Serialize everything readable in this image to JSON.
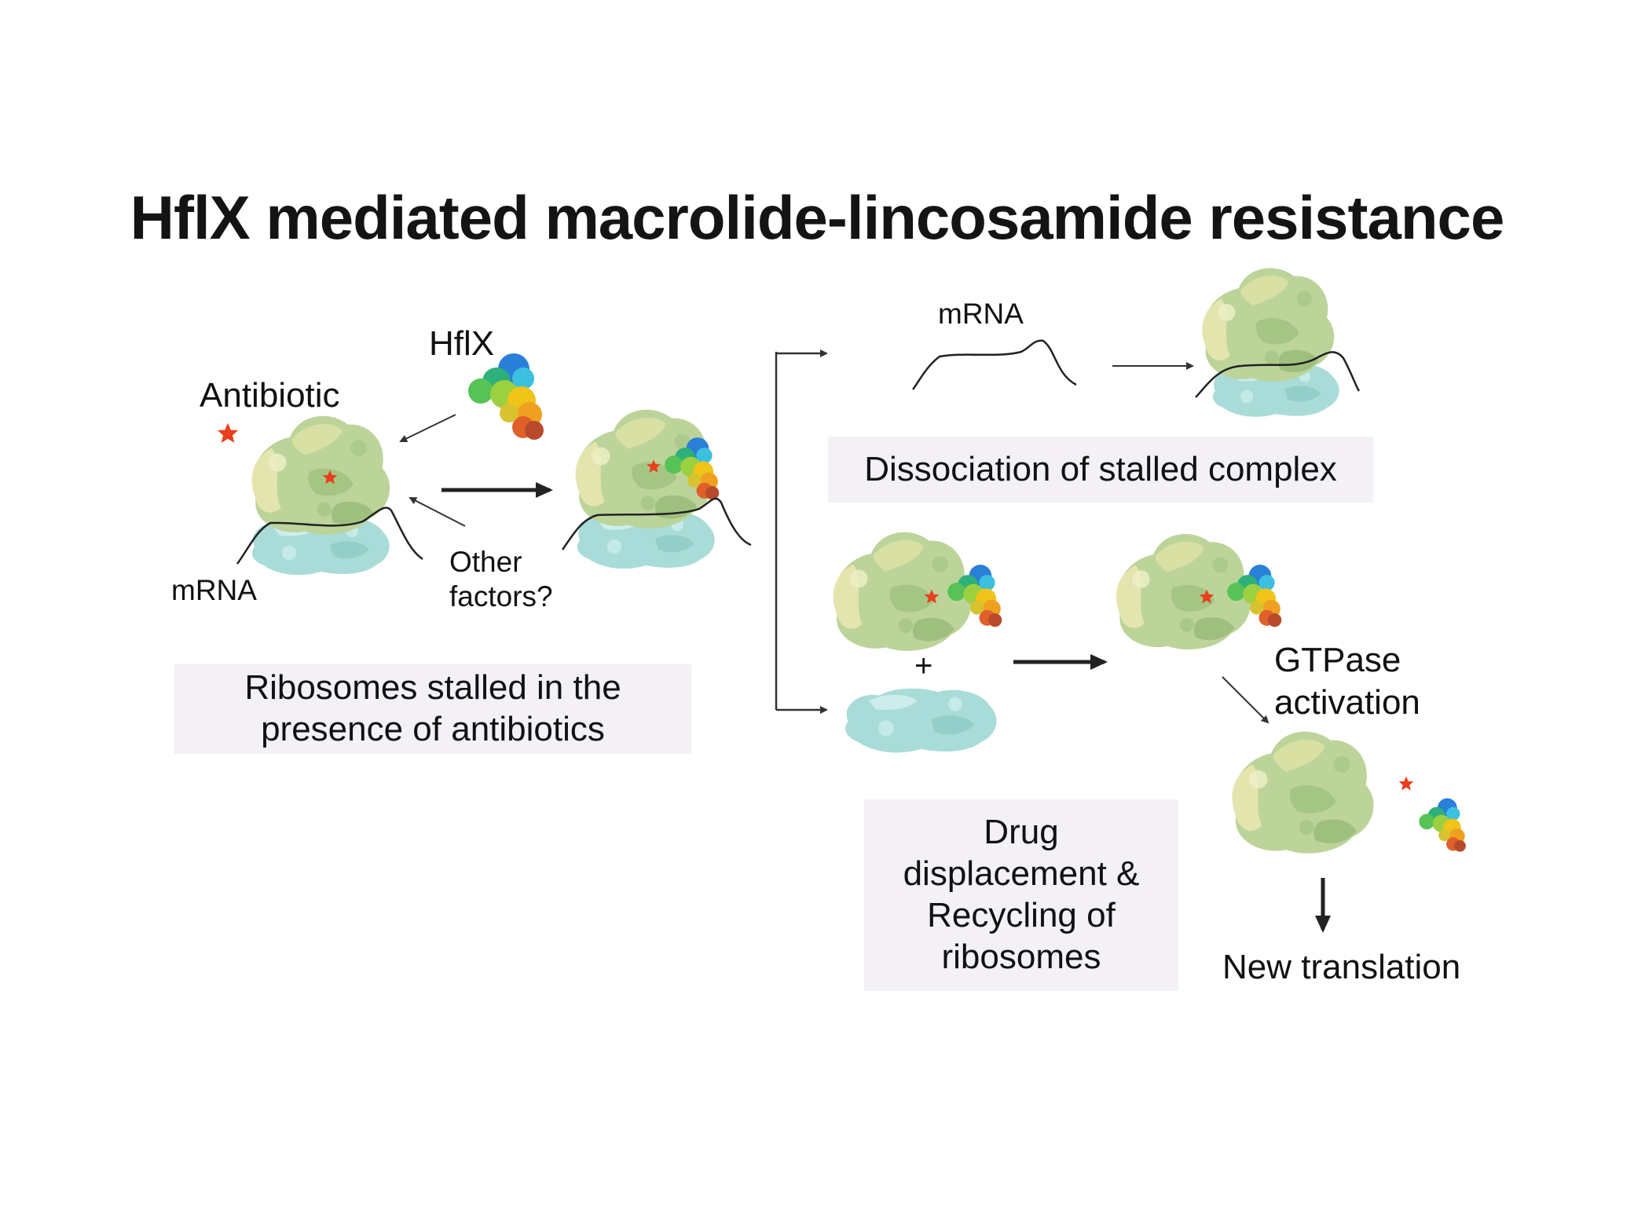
{
  "title": "HflX mediated macrolide-lincosamide resistance",
  "labels": {
    "hflx": "HflX",
    "antibiotic": "Antibiotic",
    "mrna_left": "mRNA",
    "mrna_top": "mRNA",
    "other_factors": "Other\nfactors?",
    "plus": "+",
    "gtpase": "GTPase\nactivation",
    "new_translation": "New translation"
  },
  "boxes": {
    "stalled": "Ribosomes stalled in the\npresence of antibiotics",
    "dissociation": "Dissociation of stalled complex",
    "recycling": "Drug\ndisplacement &\nRecycling of\nribosomes"
  },
  "colors": {
    "large_subunit": "#bcd49a",
    "small_subunit": "#a9dcd8",
    "antibiotic_star": "#e8401c",
    "box_background": "#f3f0f6",
    "arrow": "#222222"
  },
  "icons": [
    "ribosome-large-subunit",
    "ribosome-small-subunit",
    "hflx-protein",
    "antibiotic-star",
    "mrna-strand",
    "arrow"
  ]
}
